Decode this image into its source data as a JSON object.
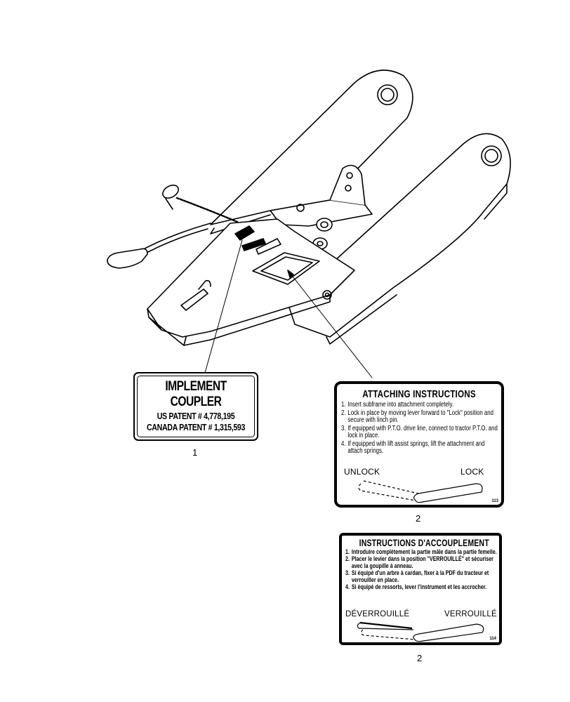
{
  "decal_1": {
    "title": "IMPLEMENT COUPLER",
    "line_1": "US PATENT # 4,778,195",
    "line_2": "CANADA PATENT # 1,315,593"
  },
  "decal_2": {
    "title": "ATTACHING INSTRUCTIONS",
    "steps": [
      {
        "num": "1.",
        "text": "Insert subframe into attachment completely."
      },
      {
        "num": "2.",
        "text": "Lock in place by moving lever forward to \"Lock\" position and secure with linch pin."
      },
      {
        "num": "3.",
        "text": "If equipped with P.T.O. drive line, connect to tractor P.T.O. and lock in place."
      },
      {
        "num": "4.",
        "text": "If equipped with lift assist springs, lift the attachment and attach springs."
      }
    ],
    "unlock_label": "UNLOCK",
    "lock_label": "LOCK",
    "code": "113"
  },
  "decal_3": {
    "title": "INSTRUCTIONS D'ACCOUPLEMENT",
    "steps": [
      {
        "num": "1.",
        "text": "Introduire complètement la partie mâle dans la partie femelle."
      },
      {
        "num": "2.",
        "text": "Placer le levier dans la position \"VERROUILLÉ\" et sécuriser avec la goupille à anneau."
      },
      {
        "num": "3.",
        "text": "Si équipé d'un arbre à cardan, fixer à la PDF du tracteur et verrouiller en place."
      },
      {
        "num": "4.",
        "text": "Si équipé de ressorts, lever l'instrument et les accrocher."
      }
    ],
    "unlock_label": "DÉVERROUILLÉ",
    "lock_label": "VERROUILLÉ",
    "code": "114"
  },
  "callouts": {
    "decal_1_number": "1",
    "decal_2_number": "2",
    "decal_3_number": "2"
  }
}
